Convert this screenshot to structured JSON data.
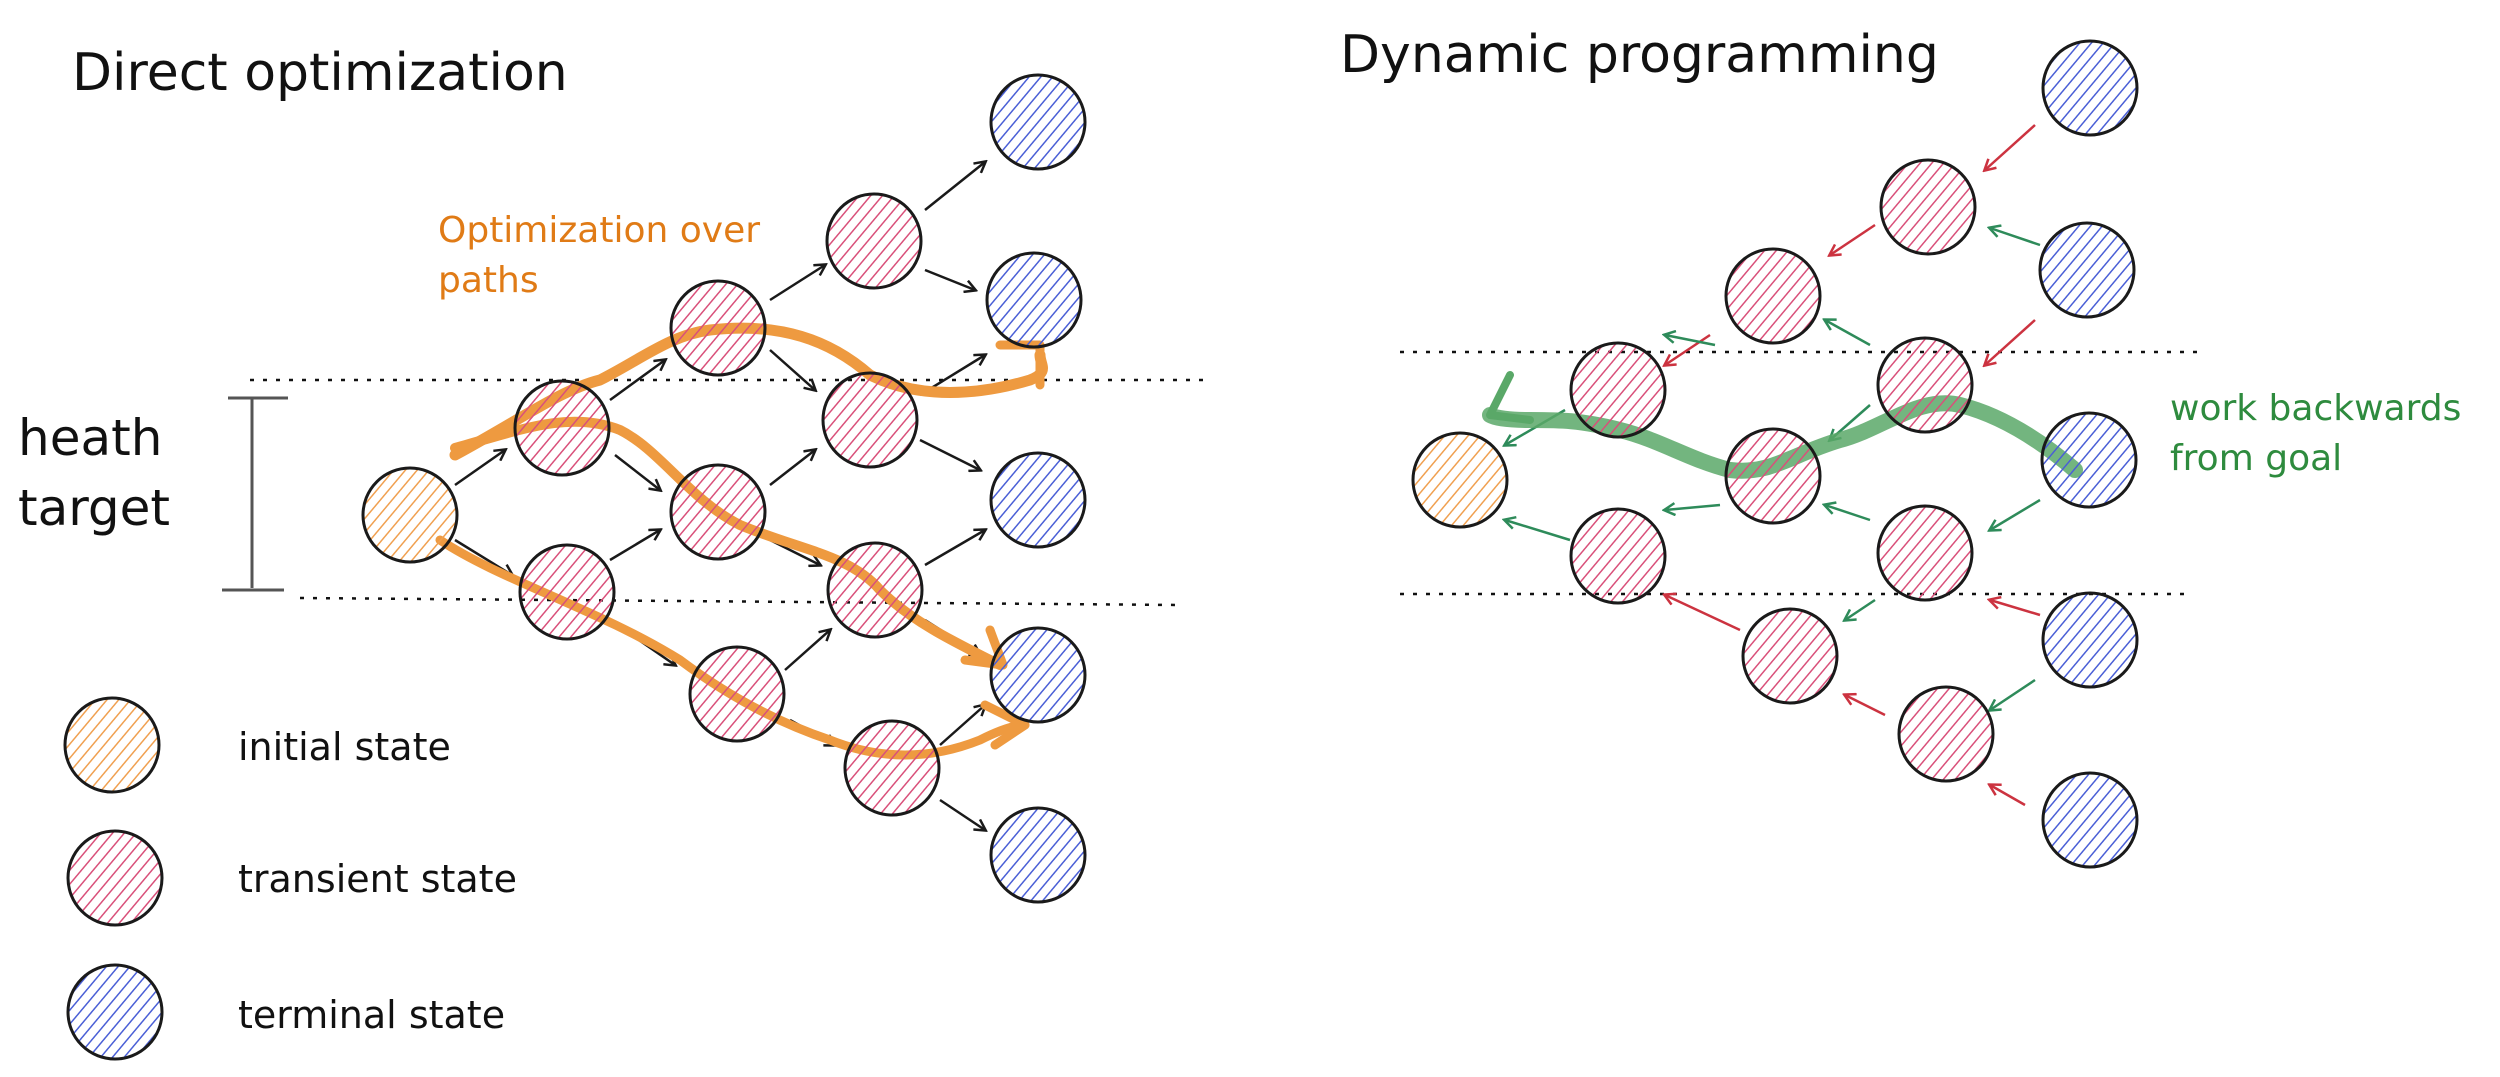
{
  "panels": {
    "direct": {
      "title": "Direct optimization"
    },
    "dynamic": {
      "title": "Dynamic programming"
    }
  },
  "labels": {
    "health_target_line1": "heath",
    "health_target_line2": "target",
    "optimization_note_line1": "Optimization over",
    "optimization_note_line2": "paths",
    "backwards_note_line1": "work backwards",
    "backwards_note_line2": "from goal"
  },
  "legend": [
    {
      "state": "initial",
      "label": "initial state",
      "color": "#f0a050"
    },
    {
      "state": "transient",
      "label": "transient state",
      "color": "#d9507a"
    },
    {
      "state": "terminal",
      "label": "terminal state",
      "color": "#4a5fd6"
    }
  ],
  "colors": {
    "initial": "#f0a050",
    "transient": "#d9507a",
    "terminal": "#4a5fd6",
    "path_orange": "#ee9a40",
    "path_green": "#5aa868",
    "arrow_red": "#cc3340",
    "arrow_green": "#2e8b5a",
    "ink": "#1a1a1a"
  }
}
